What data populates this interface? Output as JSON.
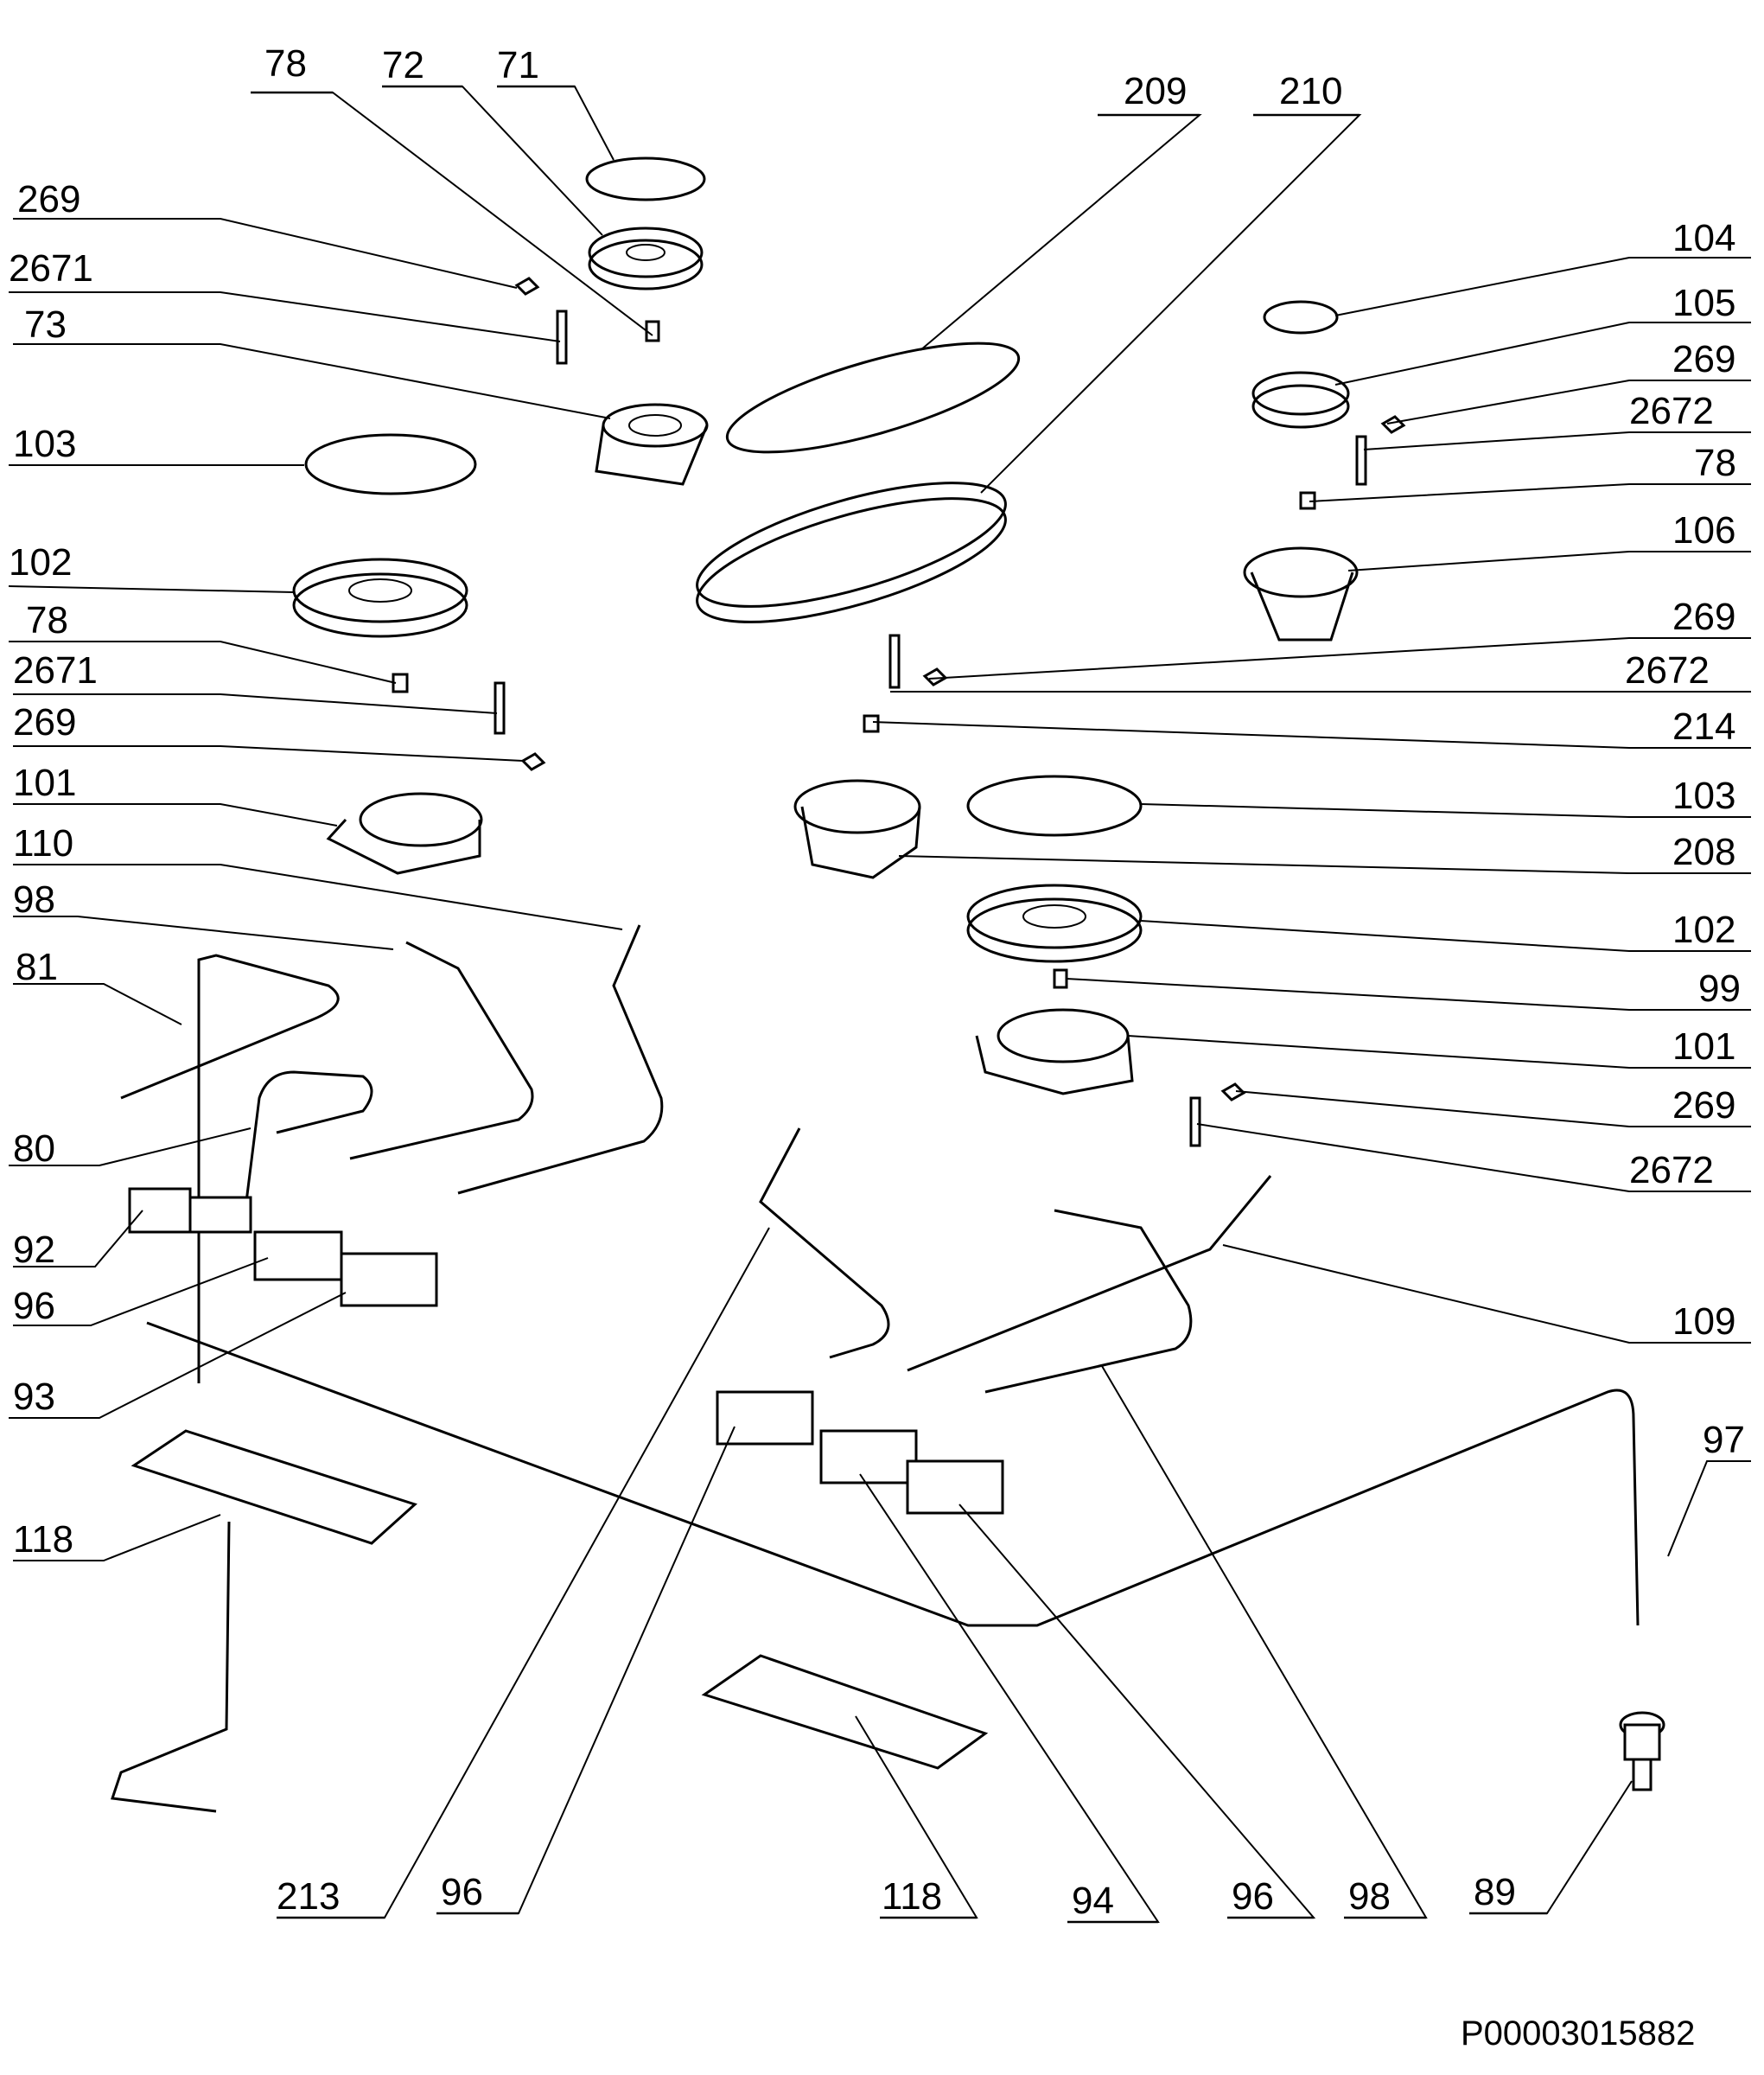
{
  "labels": {
    "l78a": "78",
    "l72": "72",
    "l71": "71",
    "l209": "209",
    "l210": "210",
    "l269a": "269",
    "l2671a": "2671",
    "l73": "73",
    "l103a": "103",
    "l102a": "102",
    "l78b": "78",
    "l2671b": "2671",
    "l269b": "269",
    "l101a": "101",
    "l110": "110",
    "l98a": "98",
    "l81": "81",
    "l80": "80",
    "l92": "92",
    "l96a": "96",
    "l93": "93",
    "l118a": "118",
    "l104": "104",
    "l105": "105",
    "l269c": "269",
    "l2672a": "2672",
    "l78c": "78",
    "l106": "106",
    "l269d": "269",
    "l2672b": "2672",
    "l214": "214",
    "l103b": "103",
    "l208": "208",
    "l102b": "102",
    "l99": "99",
    "l101b": "101",
    "l269e": "269",
    "l2672c": "2672",
    "l109": "109",
    "l97": "97",
    "l213": "213",
    "l96b": "96",
    "l118b": "118",
    "l94": "94",
    "l96c": "96",
    "l98b": "98",
    "l89": "89"
  },
  "document_code": "P00003015882"
}
